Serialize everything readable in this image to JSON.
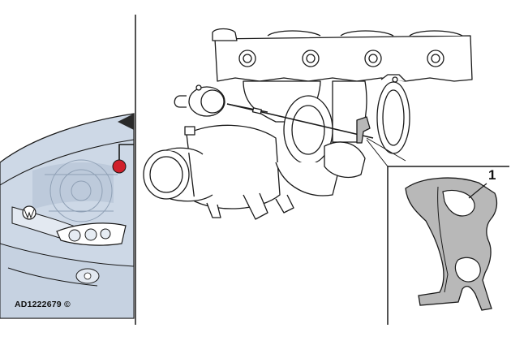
{
  "figure": {
    "reference_code": "AD1222679 ©",
    "callout_number": "1"
  },
  "colors": {
    "car_body": "#cdd8e6",
    "car_shadow": "#b6c4d6",
    "marker_red": "#d0202b",
    "clip_gray": "#b8b8b8",
    "line": "#1a1a1a",
    "frame_border": "#222222"
  },
  "parts": {
    "vehicle": "front-of-car",
    "location_marker": "red-dot",
    "component": "turbocharger-exhaust-manifold",
    "detail": "retaining-clip"
  }
}
